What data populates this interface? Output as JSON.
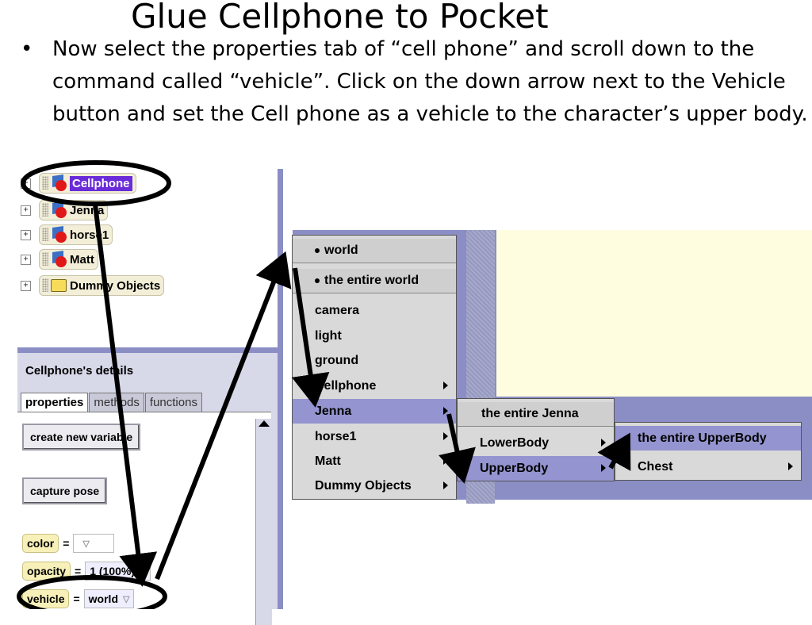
{
  "slide": {
    "title": "Glue Cellphone to Pocket",
    "bullet": "•",
    "text": "Now select the properties tab of “cell phone” and scroll down to the command called “vehicle”. Click on the down arrow next to the Vehicle button and set the Cell phone as a vehicle to the character’s upper body."
  },
  "object_tree": {
    "items": [
      {
        "label": "Cellphone",
        "icon": "object-icon",
        "selected": true
      },
      {
        "label": "Jenna",
        "icon": "object-icon"
      },
      {
        "label": "horse1",
        "icon": "object-icon"
      },
      {
        "label": "Matt",
        "icon": "object-icon"
      },
      {
        "label": "Dummy Objects",
        "icon": "folder-icon"
      }
    ],
    "expander": "+"
  },
  "details": {
    "title": "Cellphone's details",
    "tabs": [
      "properties",
      "methods",
      "functions"
    ],
    "buttons": {
      "create_variable": "create new variable",
      "capture_pose": "capture pose"
    },
    "properties": [
      {
        "name": "color",
        "eq": "=",
        "value": ""
      },
      {
        "name": "opacity",
        "eq": "=",
        "value": "1 (100%)"
      },
      {
        "name": "vehicle",
        "eq": "=",
        "value": "world"
      }
    ]
  },
  "menus": {
    "main": {
      "items": [
        "world",
        "the entire world",
        "camera",
        "light",
        "ground",
        "Cellphone",
        "Jenna",
        "horse1",
        "Matt",
        "Dummy Objects"
      ],
      "highlighted": "Jenna"
    },
    "jenna": {
      "items": [
        "the entire Jenna",
        "LowerBody",
        "UpperBody"
      ],
      "highlighted": "UpperBody"
    },
    "upperbody": {
      "items": [
        "the entire UpperBody",
        "Chest"
      ],
      "highlighted": "the entire UpperBody"
    }
  },
  "colors": {
    "selection": "#6a2bd8",
    "menu_highlight": "#9494d0",
    "panel_border": "#8a8ec4"
  }
}
